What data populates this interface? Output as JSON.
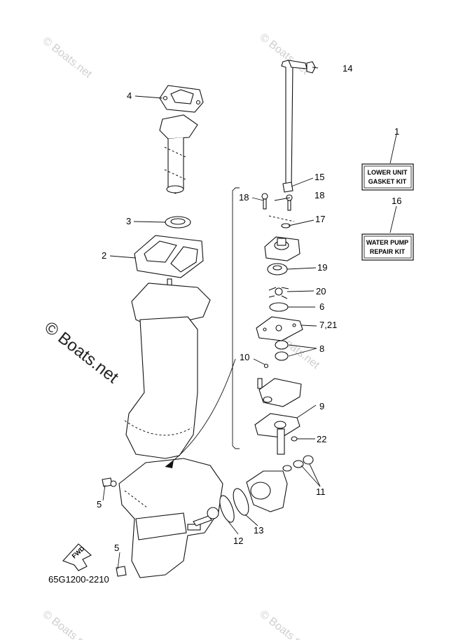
{
  "watermark": {
    "large_text": "© Boats.net",
    "tiled_text": "© Boats.net"
  },
  "diagram_code": "65G1200-2210",
  "kit_boxes": [
    {
      "line1": "LOWER UNIT",
      "line2": "GASKET KIT"
    },
    {
      "line1": "WATER PUMP",
      "line2": "REPAIR KIT"
    }
  ],
  "fwd_label": "FWD",
  "callouts": {
    "c1": "1",
    "c2": "2",
    "c3": "3",
    "c4": "4",
    "c5a": "5",
    "c5b": "5",
    "c6": "6",
    "c721": "7,21",
    "c8": "8",
    "c9": "9",
    "c10": "10",
    "c11": "11",
    "c12": "12",
    "c13": "13",
    "c14": "14",
    "c15": "15",
    "c16": "16",
    "c17": "17",
    "c18a": "18",
    "c18b": "18",
    "c19": "19",
    "c20": "20",
    "c22": "22"
  }
}
